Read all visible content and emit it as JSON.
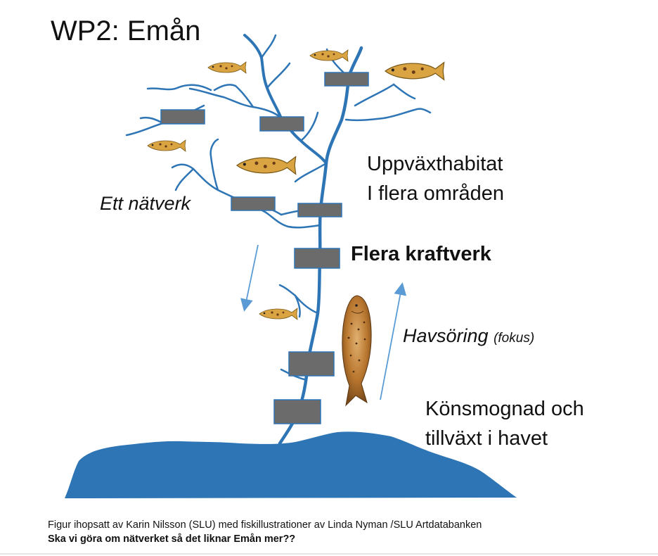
{
  "title": "WP2: Emån",
  "labels": {
    "network": "Ett nätverk",
    "habitat_line1": "Uppväxthabitat",
    "habitat_line2": "I flera områden",
    "power_plants": "Flera kraftverk",
    "sea_trout": "Havsöring",
    "sea_trout_note": "(fokus)",
    "maturity_line1": "Könsmognad och",
    "maturity_line2": "tillväxt i havet"
  },
  "caption": "Figur ihopsatt av Karin Nilsson (SLU) med fiskillustrationer av  Linda Nyman /SLU Artdatabanken",
  "question": "Ska vi göra om nätverket så det liknar Emån mer??",
  "colors": {
    "river": "#2e75b6",
    "sea": "#2e75b6",
    "dam_fill": "#6b6b6b",
    "dam_stroke": "#2e75b6",
    "arrow": "#5b9bd5",
    "fish_body": "#d9a441",
    "trout_body": "#b9772f"
  }
}
